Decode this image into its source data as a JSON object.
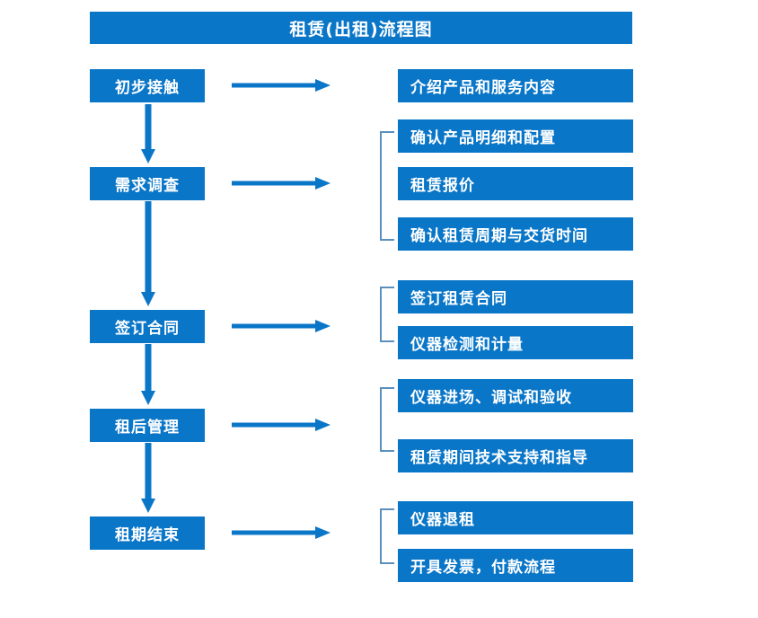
{
  "title": "租赁(出租)流程图",
  "colors": {
    "box_fill": "#0a76c8",
    "box_text": "#ffffff",
    "arrow": "#0a76c8",
    "bracket": "#5b8fbe",
    "background": "#ffffff"
  },
  "stages": [
    {
      "label": "初步接触"
    },
    {
      "label": "需求调查"
    },
    {
      "label": "签订合同"
    },
    {
      "label": "租后管理"
    },
    {
      "label": "租期结束"
    }
  ],
  "details": [
    {
      "label": "介绍产品和服务内容"
    },
    {
      "label": "确认产品明细和配置"
    },
    {
      "label": "租赁报价"
    },
    {
      "label": "确认租赁周期与交货时间"
    },
    {
      "label": "签订租赁合同"
    },
    {
      "label": "仪器检测和计量"
    },
    {
      "label": "仪器进场、调试和验收"
    },
    {
      "label": "租赁期间技术支持和指导"
    },
    {
      "label": "仪器退租"
    },
    {
      "label": "开具发票，付款流程"
    }
  ],
  "connectors": {
    "stage_to_detail_count": 5,
    "stage_chain_count": 4,
    "bracket_groups": 4
  }
}
